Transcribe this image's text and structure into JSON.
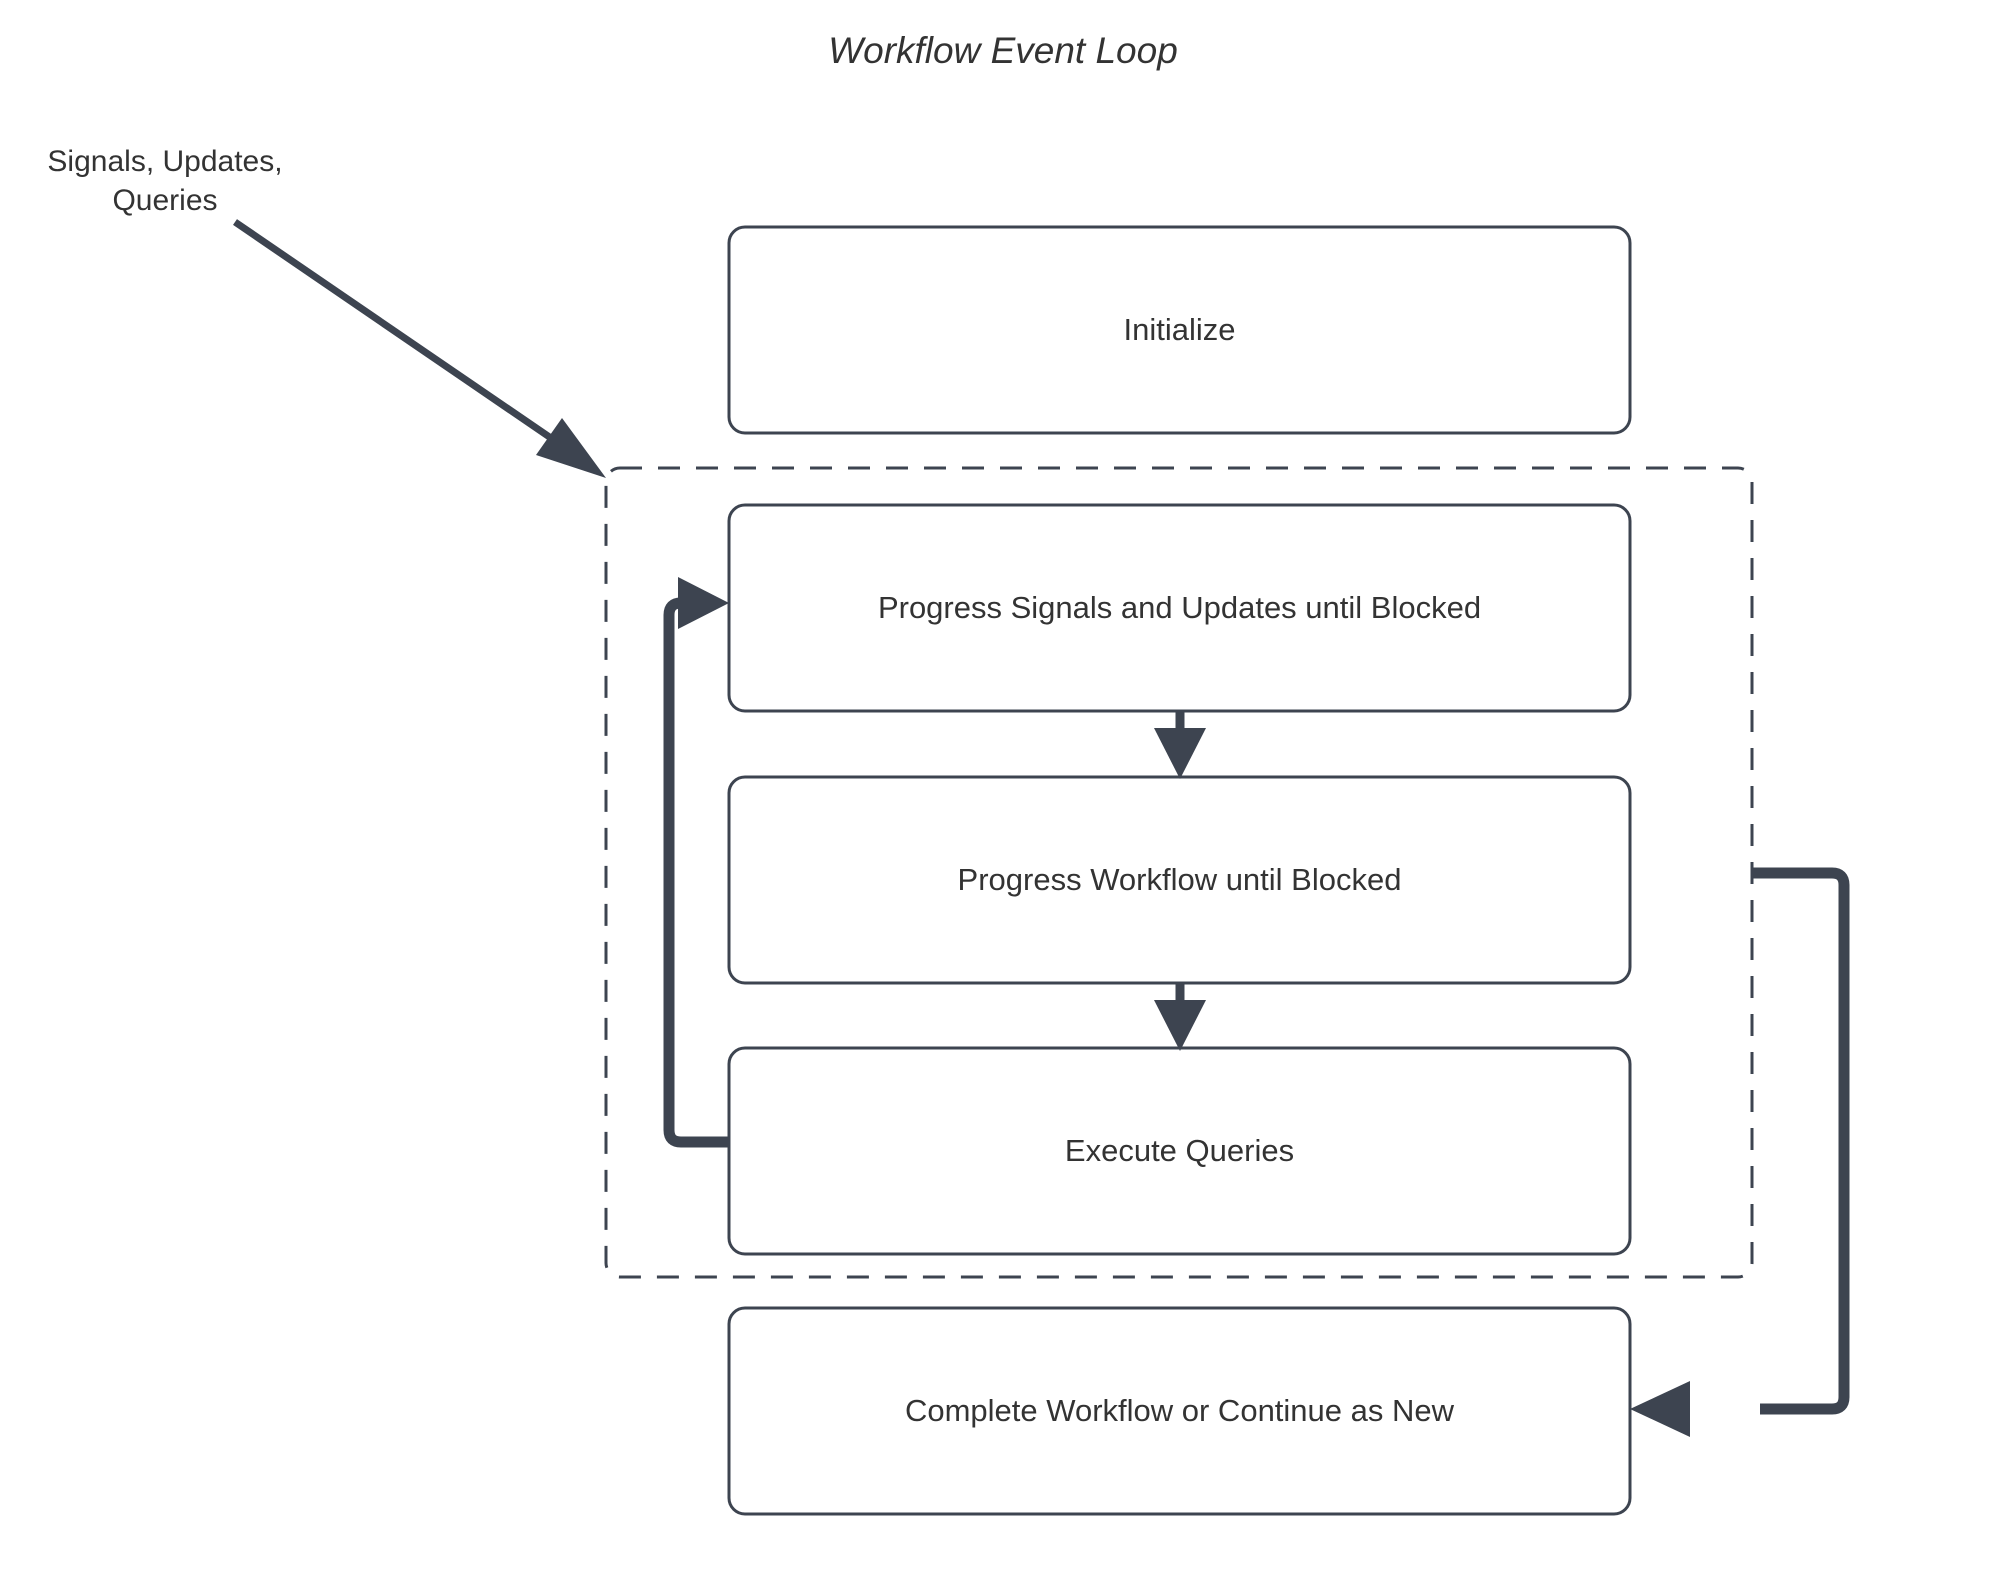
{
  "title": "Workflow Event Loop",
  "colors": {
    "background": "#ffffff",
    "node_border": "#3d4450",
    "node_fill": "#ffffff",
    "text": "#333333",
    "arrow": "#3d4450",
    "dashed_border": "#3d4450"
  },
  "nodes": [
    {
      "id": "initialize",
      "label": "Initialize"
    },
    {
      "id": "progress-signals",
      "label": "Progress Signals and Updates until Blocked"
    },
    {
      "id": "progress-workflow",
      "label": "Progress Workflow until Blocked"
    },
    {
      "id": "execute-queries",
      "label": "Execute Queries"
    },
    {
      "id": "complete-workflow",
      "label": "Complete Workflow or Continue as New"
    }
  ],
  "edge_labels": {
    "inbound": "Signals, Updates,\nQueries",
    "inbound_line1": "Signals, Updates,",
    "inbound_line2": "Queries"
  },
  "container": {
    "id": "event-loop-group",
    "style": "dashed"
  }
}
